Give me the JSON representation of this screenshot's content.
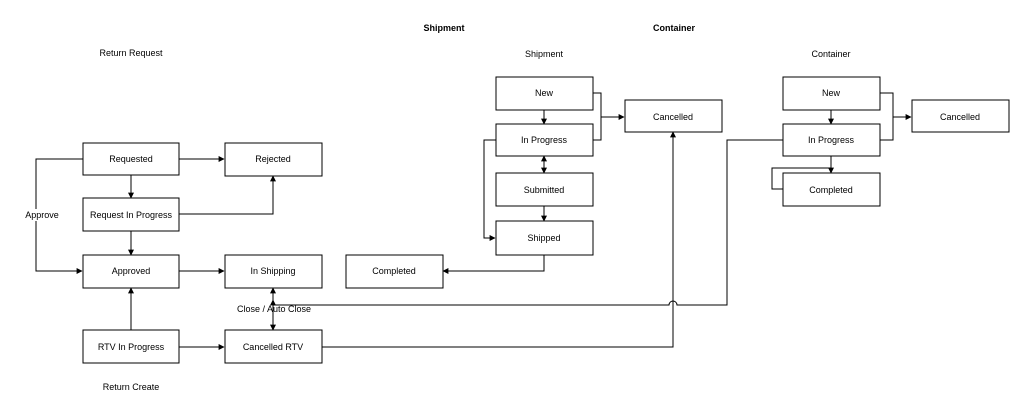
{
  "headers": {
    "shipment": "Shipment",
    "container": "Container"
  },
  "groups": {
    "return_request": "Return Request",
    "return_create": "Return Create",
    "shipment": "Shipment",
    "container": "Container"
  },
  "nodes": {
    "requested": "Requested",
    "rejected": "Rejected",
    "request_in_progress": "Request In Progress",
    "approved": "Approved",
    "in_shipping": "In Shipping",
    "completed_rtv": "Completed",
    "rtv_in_progress": "RTV In Progress",
    "cancelled_rtv": "Cancelled RTV",
    "ship_new": "New",
    "ship_in_progress": "In Progress",
    "ship_submitted": "Submitted",
    "ship_shipped": "Shipped",
    "ship_cancelled": "Cancelled",
    "cont_new": "New",
    "cont_in_progress": "In Progress",
    "cont_completed": "Completed",
    "cont_cancelled": "Cancelled"
  },
  "edge_labels": {
    "approve": "Approve",
    "close_auto_close": "Close / Auto Close"
  }
}
